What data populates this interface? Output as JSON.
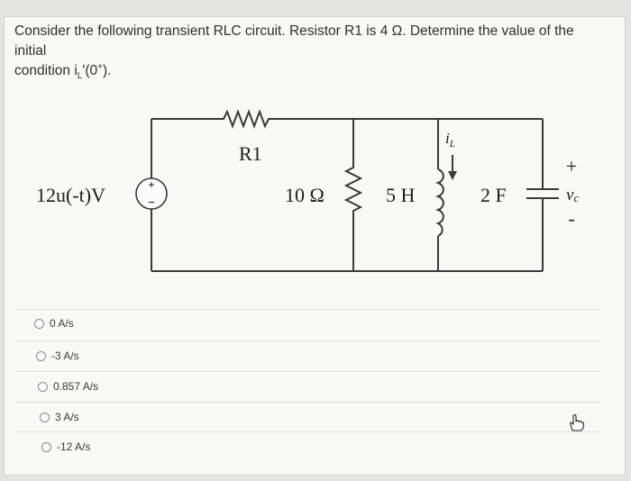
{
  "question": {
    "line1": "Consider the following transient RLC circuit. Resistor R1 is 4 Ω. Determine the value of the initial",
    "line2_prefix": "condition i",
    "line2_sub": "L",
    "line2_mid": "'(0",
    "line2_sup": "+",
    "line2_suffix": ")."
  },
  "circuit": {
    "source_label": "12u(-t)V",
    "source_plus": "+",
    "source_minus": "−",
    "r1_label": "R1",
    "r10_label": "10 Ω",
    "inductor_label": "5 H",
    "current_label": "i",
    "current_sub": "L",
    "cap_label": "2 F",
    "vc_plus": "+",
    "vc_label": "v",
    "vc_sub": "c",
    "vc_minus": "-"
  },
  "options": [
    {
      "label": "0 A/s"
    },
    {
      "label": "-3 A/s"
    },
    {
      "label": "0.857 A/s"
    },
    {
      "label": "3 A/s"
    },
    {
      "label": "-12 A/s"
    }
  ]
}
